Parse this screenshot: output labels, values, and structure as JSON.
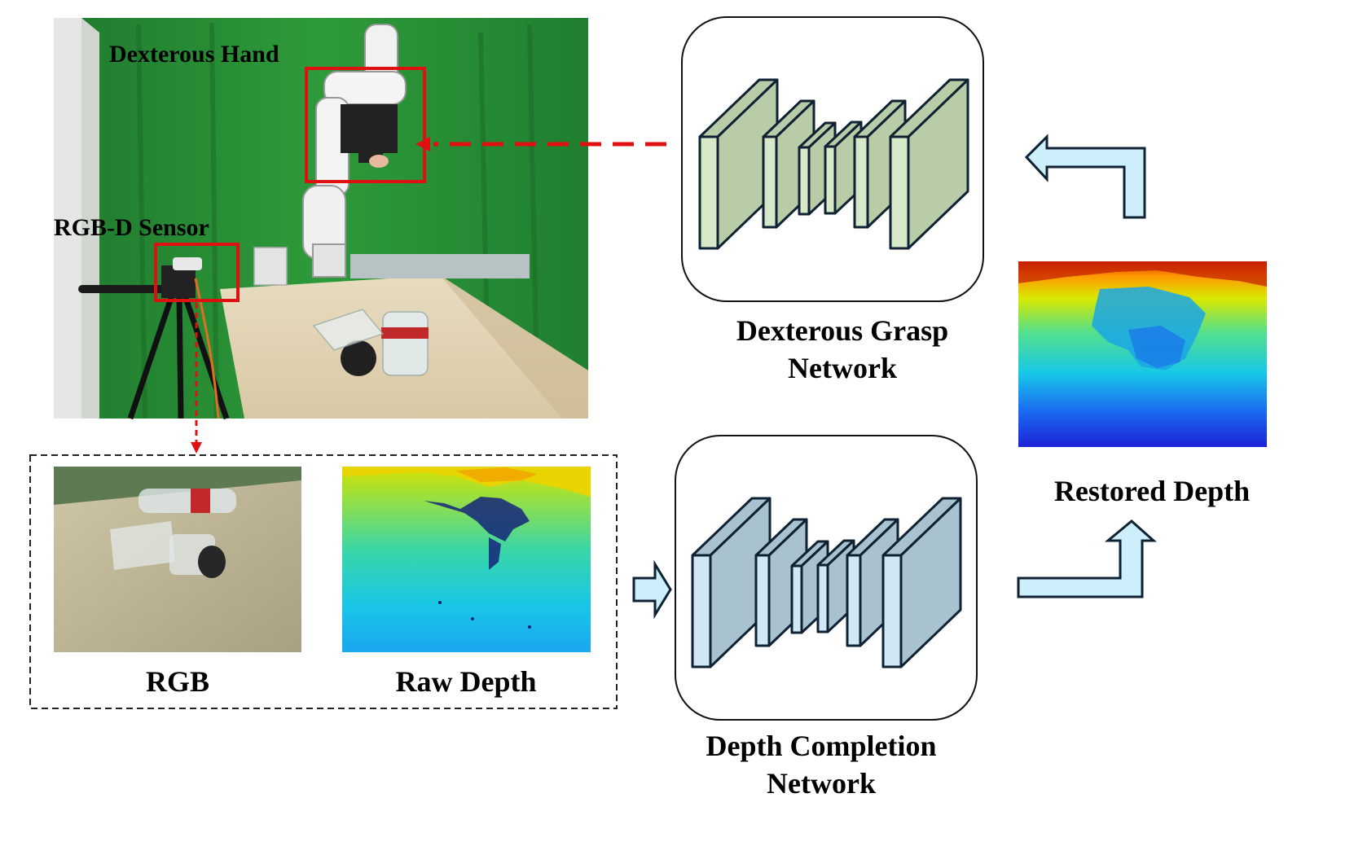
{
  "scene": {
    "label_hand": "Dexterous Hand",
    "label_sensor": "RGB-D Sensor"
  },
  "inputs": {
    "rgb_label": "RGB",
    "raw_depth_label": "Raw Depth"
  },
  "networks": {
    "grasp": {
      "line1": "Dexterous Grasp",
      "line2": "Network"
    },
    "completion": {
      "line1": "Depth Completion",
      "line2": "Network"
    }
  },
  "output": {
    "restored_depth_label": "Restored Depth"
  },
  "colors": {
    "highlight_red": "#e01010",
    "grasp_layers": "#b8cca8",
    "grasp_layers_face": "#d6e8c8",
    "completion_layers": "#a9c2cf",
    "completion_layers_face": "#cfe8f4",
    "arrow_fill": "#cdeefb",
    "outline": "#0f2233"
  }
}
